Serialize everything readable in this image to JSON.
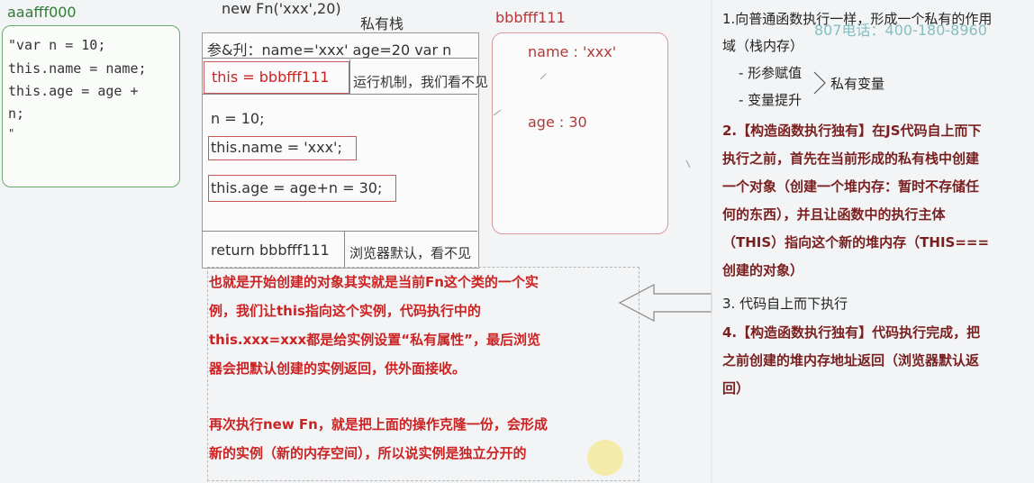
{
  "heap_left": {
    "address": "aaafff000",
    "code": [
      "\"var n = 10;",
      "this.name = name;",
      "this.age = age +",
      "n;",
      "\""
    ]
  },
  "stack": {
    "call": "new Fn('xxx',20)",
    "title": "私有栈",
    "params": "参&刋：name='xxx'  age=20  var n",
    "this_line": "this  = bbbfff111",
    "this_note": "运行机制，我们看不见",
    "n_line": "n = 10;",
    "name_line": "this.name = 'xxx';",
    "age_line": "this.age = age+n = 30;",
    "return_line": "return bbbfff111",
    "return_note": "浏览器默认，看不见"
  },
  "heap_right": {
    "address": "bbbfff111",
    "name": "name : 'xxx'",
    "age": "age : 30"
  },
  "notes": {
    "p1": [
      "也就是开始创建的对象其实就是当前Fn这个类的一个实",
      "例，我们让this指向这个实例，代码执行中的",
      "this.xxx=xxx都是给实例设置“私有属性”，最后浏览",
      "器会把默认创建的实例返回，供外面接收。"
    ],
    "p2": [
      "再次执行new Fn，就是把上面的操作克隆一份，会形成",
      "新的实例（新的内存空间），所以说实例是独立分开的"
    ]
  },
  "steps": {
    "s1": [
      "1.向普通函数执行一样，形成一个私有的作用",
      "域（栈内存）"
    ],
    "watermark": "807电话：400-180-8960",
    "sub1": "- 形参赋值",
    "sub2": "- 变量提升",
    "private_vars": "私有变量",
    "s2": [
      "2.【构造函数执行独有】在JS代码自上而下",
      "执行之前，首先在当前形成的私有栈中创建",
      "一个对象（创建一个堆内存：暂时不存储任",
      "何的东西），并且让函数中的执行主体",
      "（THIS）指向这个新的堆内存（THIS===",
      "创建的对象）"
    ],
    "s3": "3. 代码自上而下执行",
    "s4": [
      "4.【构造函数执行独有】代码执行完成，把",
      "之前创建的堆内存地址返回（浏览器默认返",
      "回）"
    ]
  }
}
